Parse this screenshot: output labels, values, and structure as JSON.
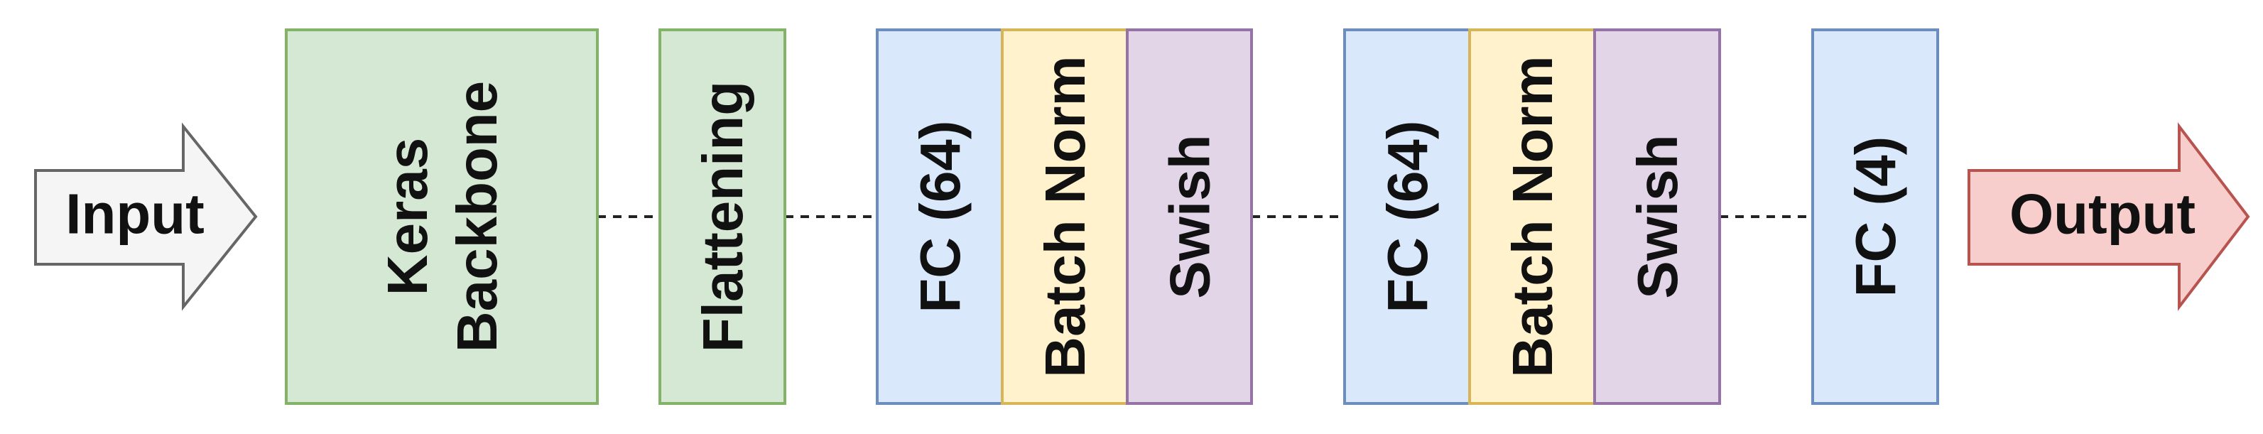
{
  "input": {
    "label": "Input",
    "fill": "#f5f5f5",
    "stroke": "#666666"
  },
  "output": {
    "label": "Output",
    "fill": "#f8cecc",
    "stroke": "#b85450"
  },
  "blocks": [
    {
      "id": "keras-backbone",
      "lines": [
        "Keras",
        "Backbone"
      ],
      "fill": "#d5e8d4",
      "stroke": "#82b366"
    },
    {
      "id": "flattening",
      "lines": [
        "Flattening"
      ],
      "fill": "#d5e8d4",
      "stroke": "#82b366"
    },
    {
      "id": "fc-64-a",
      "lines": [
        "FC (64)"
      ],
      "fill": "#dae8fc",
      "stroke": "#6c8ebf"
    },
    {
      "id": "batch-norm-a",
      "lines": [
        "Batch Norm"
      ],
      "fill": "#fff2cc",
      "stroke": "#d6b656"
    },
    {
      "id": "swish-a",
      "lines": [
        "Swish"
      ],
      "fill": "#e1d5e7",
      "stroke": "#9673a6"
    },
    {
      "id": "fc-64-b",
      "lines": [
        "FC (64)"
      ],
      "fill": "#dae8fc",
      "stroke": "#6c8ebf"
    },
    {
      "id": "batch-norm-b",
      "lines": [
        "Batch Norm"
      ],
      "fill": "#fff2cc",
      "stroke": "#d6b656"
    },
    {
      "id": "swish-b",
      "lines": [
        "Swish"
      ],
      "fill": "#e1d5e7",
      "stroke": "#9673a6"
    },
    {
      "id": "fc-4",
      "lines": [
        "FC (4)"
      ],
      "fill": "#dae8fc",
      "stroke": "#6c8ebf"
    }
  ],
  "connector_color": "#222222"
}
